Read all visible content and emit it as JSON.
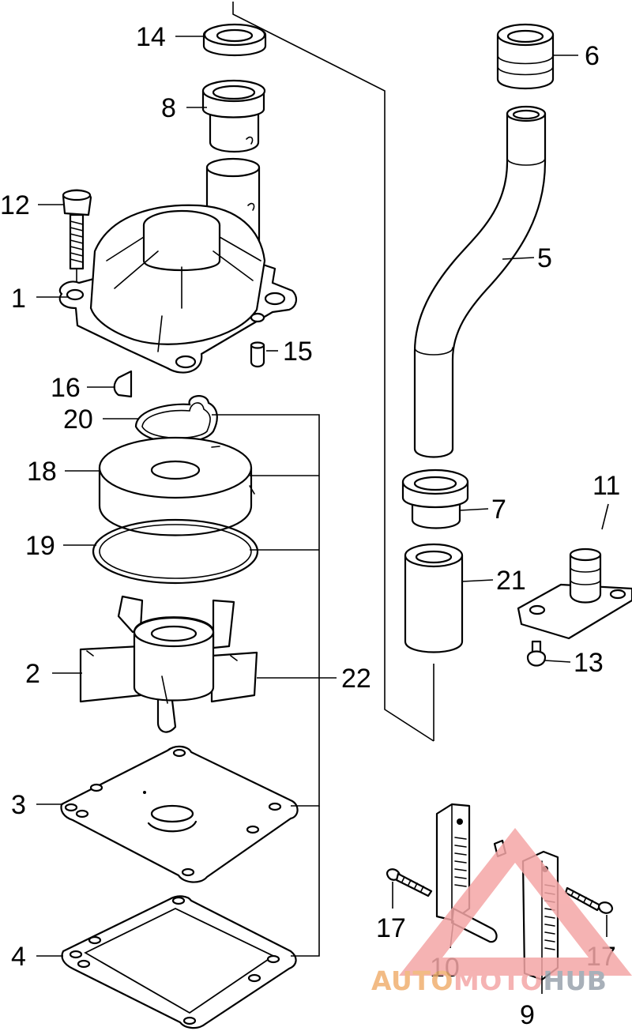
{
  "callouts": {
    "c1": "1",
    "c2": "2",
    "c3": "3",
    "c4": "4",
    "c5": "5",
    "c6": "6",
    "c7": "7",
    "c8": "8",
    "c9": "9",
    "c10": "10",
    "c11": "11",
    "c12": "12",
    "c13": "13",
    "c14": "14",
    "c15": "15",
    "c16": "16",
    "c17a": "17",
    "c17b": "17",
    "c18": "18",
    "c19": "19",
    "c20": "20",
    "c21": "21",
    "c22": "22"
  },
  "watermark": {
    "part1": "AUTO",
    "part2": "MOTO",
    "part3": "HUB",
    "color_primary": "#f4a6a6",
    "color_accent": "#f0b070",
    "color_dark": "#9aa3ad"
  }
}
